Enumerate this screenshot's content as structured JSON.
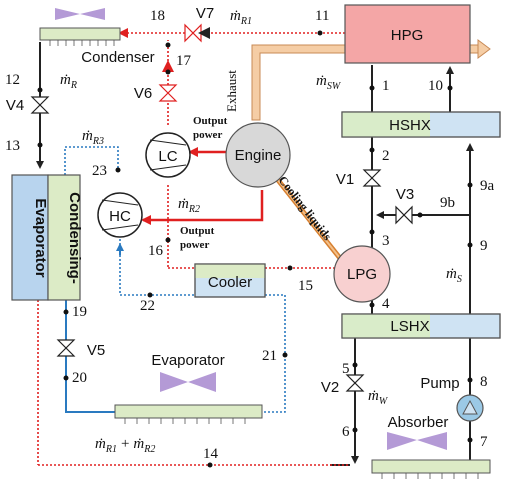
{
  "components": {
    "hpg": "HPG",
    "hshx": "HSHX",
    "lshx": "LSHX",
    "lpg": "LPG",
    "engine": "Engine",
    "cooler": "Cooler",
    "condenser": "Condenser",
    "evaporator": "Evaporator",
    "absorber": "Absorber",
    "pump": "Pump",
    "lc": "LC",
    "hc": "HC",
    "condensing_evaporator_a": "Condensing-",
    "condensing_evaporator_b": "Evaporator"
  },
  "valves": {
    "v1": "V1",
    "v2": "V2",
    "v3": "V3",
    "v4": "V4",
    "v5": "V5",
    "v6": "V6",
    "v7": "V7"
  },
  "state_points": {
    "p1": "1",
    "p2": "2",
    "p3": "3",
    "p4": "4",
    "p5": "5",
    "p6": "6",
    "p7": "7",
    "p8": "8",
    "p9": "9",
    "p9a": "9a",
    "p9b": "9b",
    "p10": "10",
    "p11": "11",
    "p12": "12",
    "p13": "13",
    "p14": "14",
    "p15": "15",
    "p16": "16",
    "p17": "17",
    "p18": "18",
    "p19": "19",
    "p20": "20",
    "p21": "21",
    "p22": "22",
    "p23": "23"
  },
  "flows": {
    "m": "ṁ",
    "r1": "R1",
    "r2": "R2",
    "r3": "R3",
    "r": "R",
    "sw": "SW",
    "s": "S",
    "w": "W",
    "plus": "+"
  },
  "annotations": {
    "exhaust": "Exhaust",
    "cooling_liquids": "Cooling liquids",
    "output_power": "Output",
    "output_power_2": "power"
  },
  "colors": {
    "hpg_fill": "#f4a6a6",
    "hx_fill": "#cfe3f3",
    "hx_left": "#d9ecc9",
    "evap_blue": "#b8d4ee",
    "evap_green": "#dcebc6",
    "red_line": "#e02020",
    "blue_line": "#2a7ac0",
    "exhaust_fill": "#f5cda5",
    "cooling_fill": "#e08a3a",
    "fan_purple": "#b49ad6",
    "engine_fill": "#d8d8d8",
    "lpg_fill": "#f8d0d0",
    "pump_fill": "#9bc9e6"
  }
}
